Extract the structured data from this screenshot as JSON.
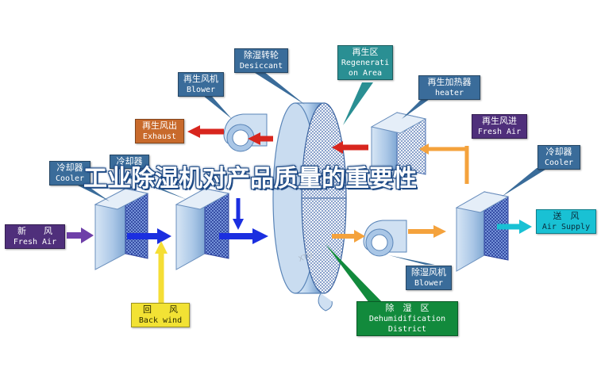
{
  "title": "工业除湿机对产品质量的重要性",
  "watermark": "XTQ",
  "labels": {
    "desiccant": {
      "zh": "除湿转轮",
      "en": "Desiccant"
    },
    "regeneration_area": {
      "zh": "再生区",
      "en": "Regenerati",
      "en2": "on Area"
    },
    "regen_blower": {
      "zh": "再生风机",
      "en": "Blower"
    },
    "regen_heater": {
      "zh": "再生加热器",
      "en": "heater"
    },
    "exhaust": {
      "zh": "再生风出",
      "en": "Exhaust"
    },
    "regen_fresh_air": {
      "zh": "再生风进",
      "en": "Fresh Air"
    },
    "cooler_left": {
      "zh": "冷却器",
      "en": "Cooler"
    },
    "cooler_mid": {
      "zh": "冷却器"
    },
    "cooler_right": {
      "zh": "冷却器",
      "en": "Cooler"
    },
    "fresh_air": {
      "zh": "新　　风",
      "en": "Fresh Air"
    },
    "air_supply": {
      "zh": "送　风",
      "en": "Air Supply"
    },
    "back_wind": {
      "zh": "回　　风",
      "en": "Back wind"
    },
    "dehumid_blower": {
      "zh": "除湿风机",
      "en": "Blower"
    },
    "dehumid_district": {
      "zh": "除　湿　区",
      "en": "Dehumidification",
      "en2": "District"
    }
  },
  "colors": {
    "label_blue": "#3a6c9a",
    "label_orange": "#c86a2c",
    "label_purple": "#4f2f7b",
    "label_cyan": "#19c1d4",
    "label_yellow": "#f2e234",
    "label_green": "#128a3c",
    "arrow_red": "#d8261e",
    "arrow_blue": "#1b2fe0",
    "arrow_orange": "#f4a23c",
    "arrow_purple": "#6e3fa8",
    "arrow_yellow": "#f5de35",
    "title_outline": "#1f4b86"
  }
}
